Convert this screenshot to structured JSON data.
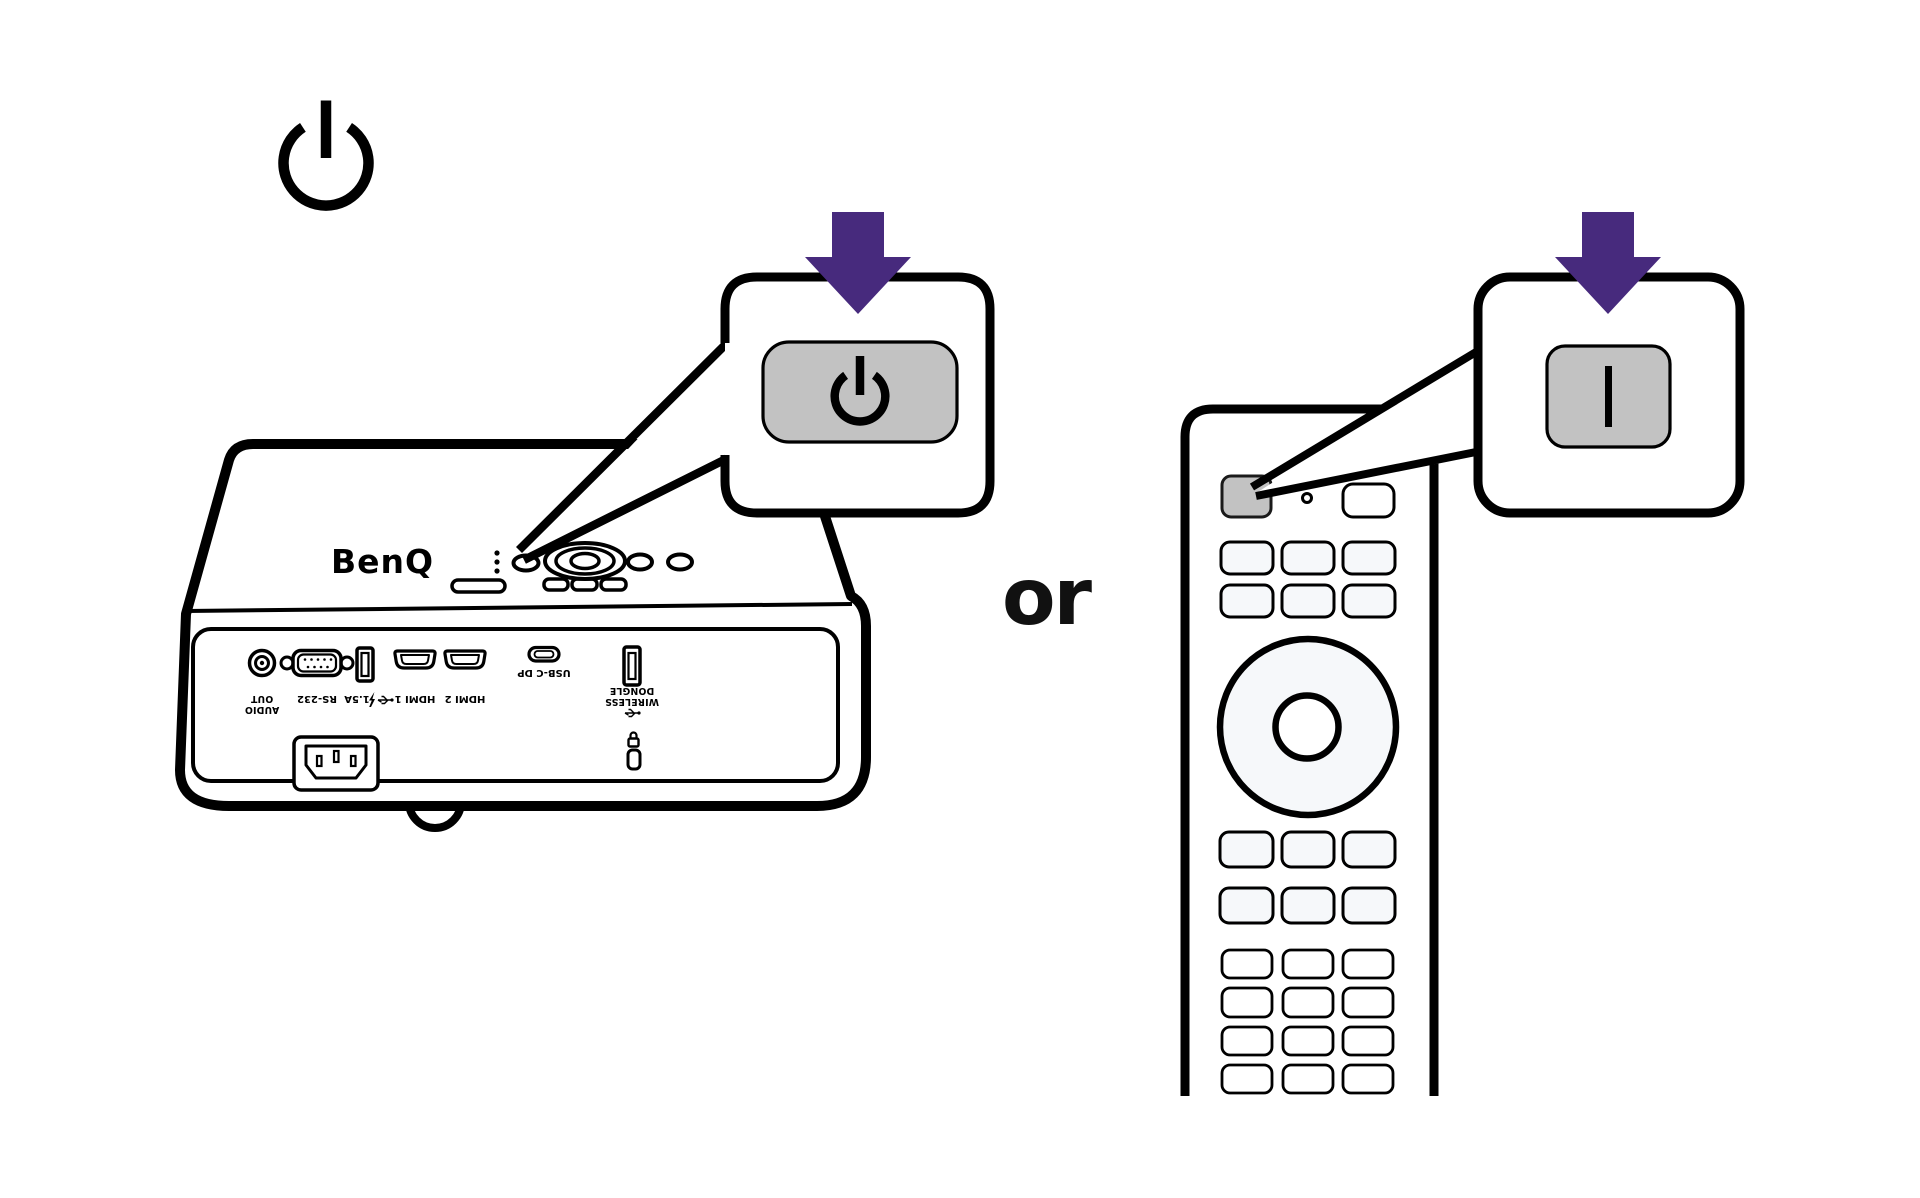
{
  "illustration": {
    "description": "Power-on instruction diagram: press the power key on the projector or the power key on the remote control",
    "or_text": "or"
  },
  "colors": {
    "arrow_purple": "#472A7D",
    "button_gray": "#C2C2C2",
    "remote_key_light": "#F6F8FA",
    "line_black": "#000000",
    "background": "#FFFFFF"
  },
  "projector": {
    "brand": "BenQ",
    "port_labels": {
      "audio_out_line1": "AUDIO",
      "audio_out_line2": "OUT",
      "rs232": "RS-232",
      "usb_a": "1.5A",
      "hdmi_1": "HDMI 1",
      "hdmi_2": "HDMI 2",
      "usb_c": "USB-C DP",
      "wireless_line1": "WIRELESS",
      "wireless_line2": "DONGLE"
    },
    "icons": {
      "power_key": "power-icon",
      "usb": "usb-trident-icon",
      "fast_charge": "lightning-icon",
      "security": "lock-icon"
    }
  },
  "callout_projector": {
    "key_glyph": "power-symbol"
  },
  "callout_remote": {
    "key_glyph": "I"
  },
  "header_icon": {
    "name": "power-symbol"
  }
}
